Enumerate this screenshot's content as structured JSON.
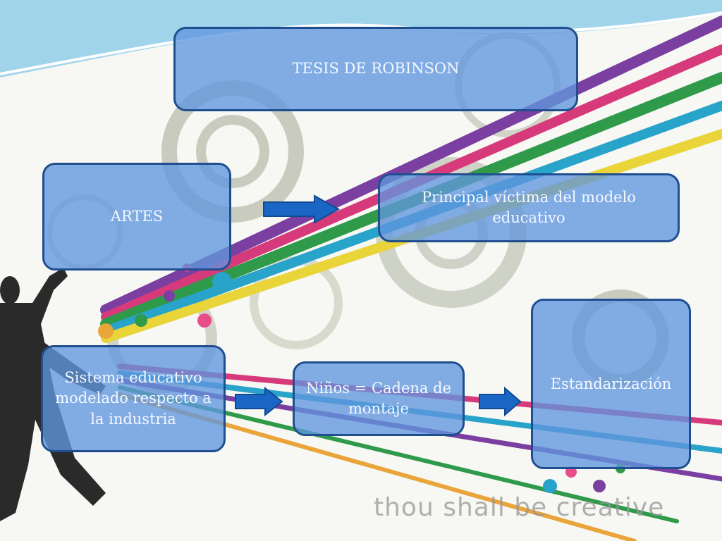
{
  "diagram": {
    "title": "TESIS DE ROBINSON",
    "nodes": {
      "artes": "ARTES",
      "victima": "Principal víctima del modelo educativo",
      "sistema": "Sistema educativo modelado respecto a la industria",
      "ninos": "Niños = Cadena de montaje",
      "estandarizacion": "Estandarización"
    },
    "edges": [
      [
        "artes",
        "victima"
      ],
      [
        "sistema",
        "ninos"
      ],
      [
        "ninos",
        "estandarizacion"
      ]
    ]
  },
  "background": {
    "watermark": "thou shall be creative",
    "colors": {
      "box_fill": "#6096de",
      "box_border": "#1f4f8f",
      "arrow": "#1a66c4",
      "silhouette": "#2a2a2a"
    }
  }
}
